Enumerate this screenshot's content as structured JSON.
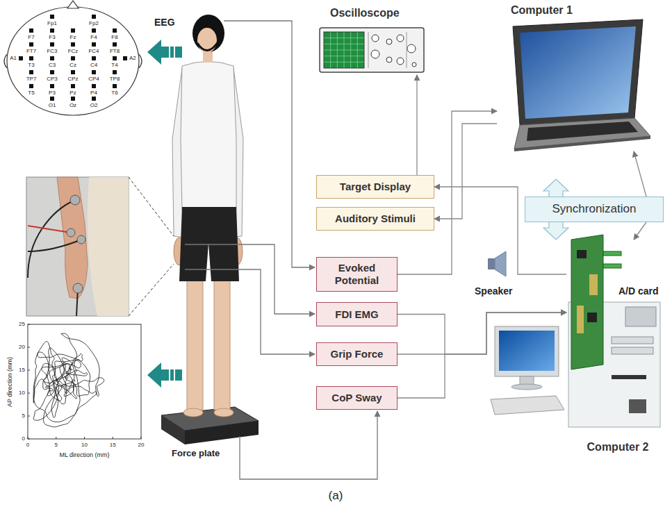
{
  "diagram": {
    "caption": "(a)",
    "nodes": [
      {
        "text": [
          "Oscilloscope"
        ]
      },
      {
        "text": [
          "Computer 1"
        ]
      },
      {
        "text": [
          "Target Display"
        ]
      },
      {
        "text": [
          "Auditory Stimuli"
        ]
      },
      {
        "text": [
          "Synchronization"
        ]
      },
      {
        "text": [
          "Evoked Potential"
        ]
      },
      {
        "text": [
          "FDI EMG"
        ]
      },
      {
        "text": [
          "Grip Force"
        ]
      },
      {
        "text": [
          "CoP Sway"
        ]
      },
      {
        "text": [
          "Computer 2"
        ]
      }
    ],
    "edges": [
      {
        "from": 2,
        "to": 0,
        "arrow": "to"
      },
      {
        "from": 5,
        "to": 1,
        "arrow": "to"
      },
      {
        "from": 1,
        "to": 3,
        "arrow": "to"
      },
      {
        "from": 9,
        "to": 2,
        "arrow": "to"
      },
      {
        "from": 4,
        "to": 1,
        "arrow": "to"
      },
      {
        "from": 4,
        "to": 9,
        "arrow": "to"
      },
      {
        "from": 6,
        "to": 9,
        "arrow": "to"
      },
      {
        "from": 7,
        "to": 9,
        "arrow": "to"
      },
      {
        "from": 8,
        "to": 9,
        "arrow": "to"
      }
    ],
    "labels": [
      "EEG",
      "Fp1",
      "Fp2",
      "F7",
      "F3",
      "Fz",
      "F4",
      "F8",
      "FT7",
      "FC3",
      "FCz",
      "FC4",
      "FT8",
      "A1",
      "T3",
      "C3",
      "Cz",
      "C4",
      "T4",
      "A2",
      "TP7",
      "CP3",
      "CPz",
      "CP4",
      "TP8",
      "T5",
      "P3",
      "Pz",
      "P4",
      "T6",
      "O1",
      "Oz",
      "O2",
      "Speaker",
      "A/D card",
      "Force plate",
      "AP direction (mm)",
      "ML direction (mm)",
      "0",
      "5",
      "10",
      "15",
      "20",
      "25",
      "0",
      "5",
      "10",
      "15",
      "20"
    ]
  }
}
